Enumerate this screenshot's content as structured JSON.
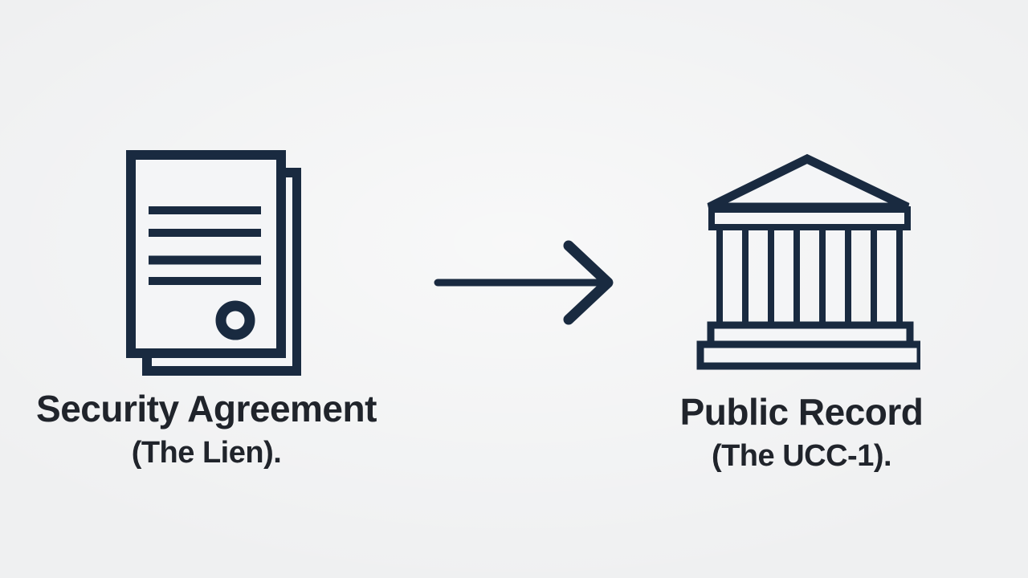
{
  "diagram": {
    "left": {
      "icon": "document-with-seal",
      "title": "Security Agreement",
      "subtitle": "(The Lien)."
    },
    "connector": {
      "icon": "right-arrow",
      "direction": "left-to-right"
    },
    "right": {
      "icon": "bank-building",
      "title": "Public Record",
      "subtitle": "(The UCC-1)."
    }
  },
  "colors": {
    "background": "#eff0f1",
    "icon_ink": "#192a40",
    "text_ink": "#20242b",
    "paper_fill": "#f4f5f7"
  }
}
